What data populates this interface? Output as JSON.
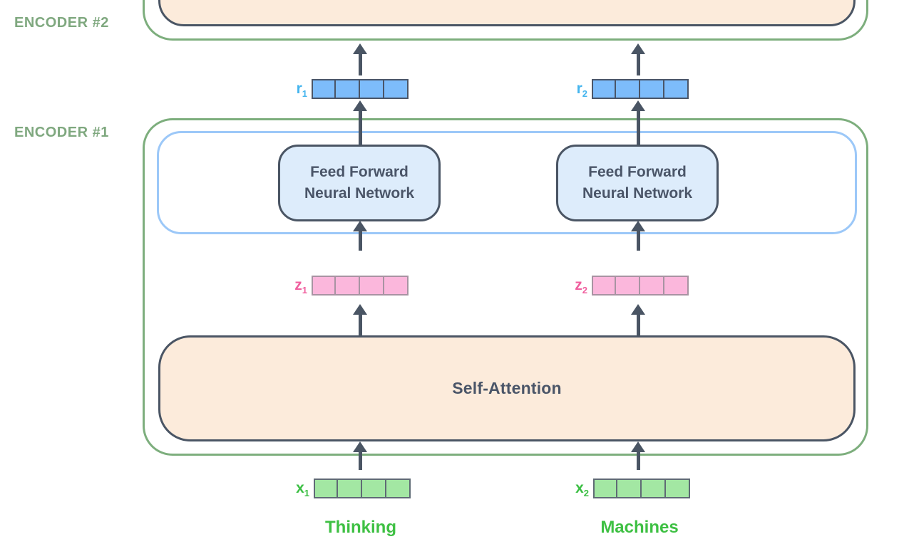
{
  "labels": {
    "encoder2": "ENCODER #2",
    "encoder1": "ENCODER #1",
    "ffnn_line1": "Feed Forward",
    "ffnn_line2": "Neural Network",
    "self_attention": "Self-Attention",
    "token1": "Thinking",
    "token2": "Machines"
  },
  "vectors": {
    "cells_per_vector": 4,
    "r1": {
      "base": "r",
      "sub": "1"
    },
    "r2": {
      "base": "r",
      "sub": "2"
    },
    "z1": {
      "base": "z",
      "sub": "1"
    },
    "z2": {
      "base": "z",
      "sub": "2"
    },
    "x1": {
      "base": "x",
      "sub": "1"
    },
    "x2": {
      "base": "x",
      "sub": "2"
    }
  },
  "colors": {
    "encoder_border_green": "#7dae7d",
    "label_green": "#7fa87f",
    "token_green": "#3ec043",
    "x_label_green": "#3cbf44",
    "vector_green_fill": "#a3e7a3",
    "vector_green_border": "#5f6a75",
    "vector_blue_fill": "#7dbcfb",
    "vector_blue_border": "#4a5568",
    "vector_pink_fill": "#fbb7dc",
    "vector_pink_border": "#a893a2",
    "label_blue": "#45b5ee",
    "label_pink": "#f0609f",
    "ffnn_fill": "#ddecfb",
    "ffnn_container_border": "#9cc8f8",
    "attention_fill": "#fcebdb",
    "dark_border": "#4a5564",
    "text_dark": "#4a5568",
    "arrow": "#4a5564"
  }
}
